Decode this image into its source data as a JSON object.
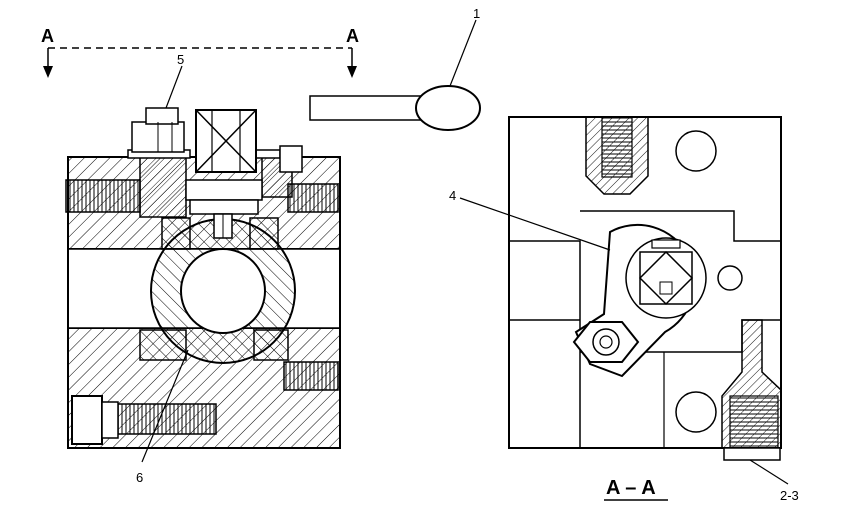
{
  "section_marks": {
    "left": "A",
    "right": "A"
  },
  "section_title": "A – A",
  "callouts": {
    "c1": "1",
    "c4": "4",
    "c5": "5",
    "c6": "6",
    "c23": "2-3"
  }
}
